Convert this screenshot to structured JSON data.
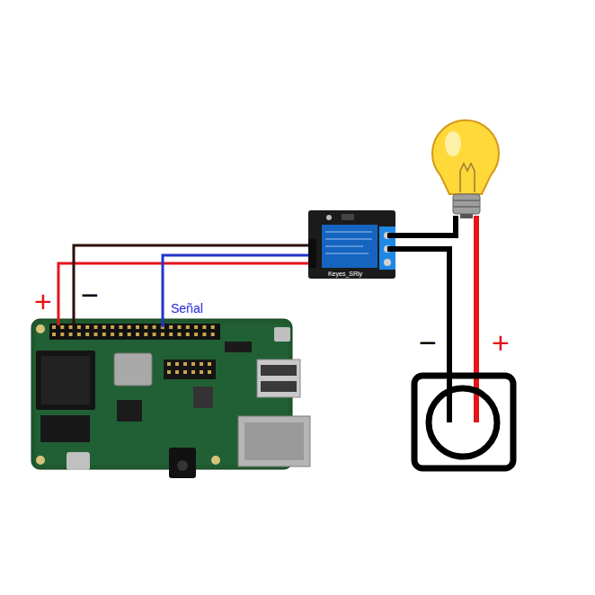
{
  "diagram": {
    "labels": [
      "+",
      "−",
      "Señal",
      "Keyes_SRly",
      "−",
      "+"
    ]
  }
}
